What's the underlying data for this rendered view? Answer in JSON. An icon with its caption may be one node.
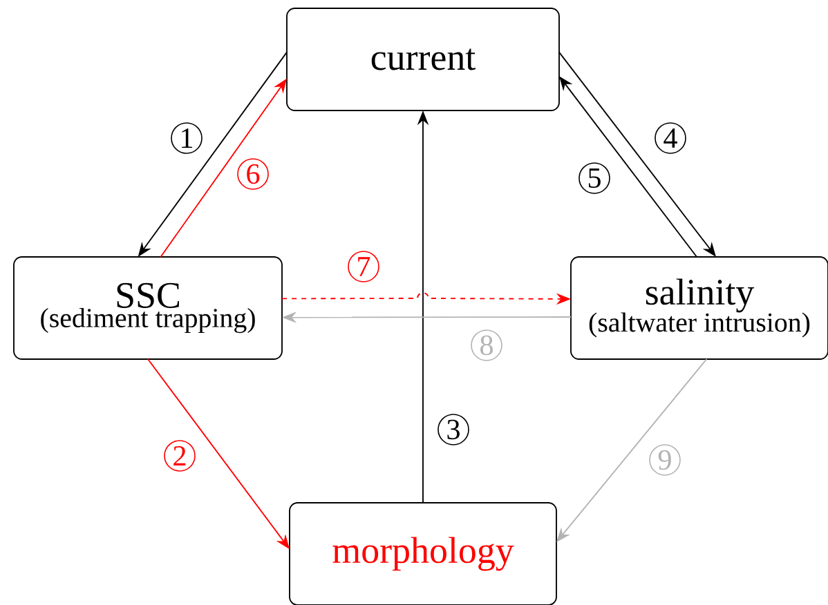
{
  "diagram": {
    "nodes": [
      {
        "text": [
          "current"
        ]
      },
      {
        "text": [
          "SSC",
          "(sediment trapping)"
        ]
      },
      {
        "text": [
          "salinity",
          "(saltwater intrusion)"
        ]
      },
      {
        "text": [
          "morphology"
        ]
      }
    ],
    "edges": [
      {
        "from": 0,
        "to": 1,
        "arrow": "to",
        "label": "1"
      },
      {
        "from": 1,
        "to": 3,
        "arrow": "to",
        "label": "2",
        "color": "#ff0000"
      },
      {
        "from": 3,
        "to": 0,
        "arrow": "to",
        "label": "3"
      },
      {
        "from": 0,
        "to": 2,
        "arrow": "to",
        "label": "4"
      },
      {
        "from": 2,
        "to": 0,
        "arrow": "to",
        "label": "5"
      },
      {
        "from": 1,
        "to": 0,
        "arrow": "to",
        "label": "6",
        "color": "#ff0000"
      },
      {
        "from": 1,
        "to": 2,
        "arrow": "to",
        "label": "7",
        "color": "#ff0000",
        "style": "dashed"
      },
      {
        "from": 2,
        "to": 1,
        "arrow": "to",
        "label": "8",
        "color": "#b3b3b3"
      },
      {
        "from": 2,
        "to": 3,
        "arrow": "to",
        "label": "9",
        "color": "#b3b3b3"
      }
    ]
  }
}
